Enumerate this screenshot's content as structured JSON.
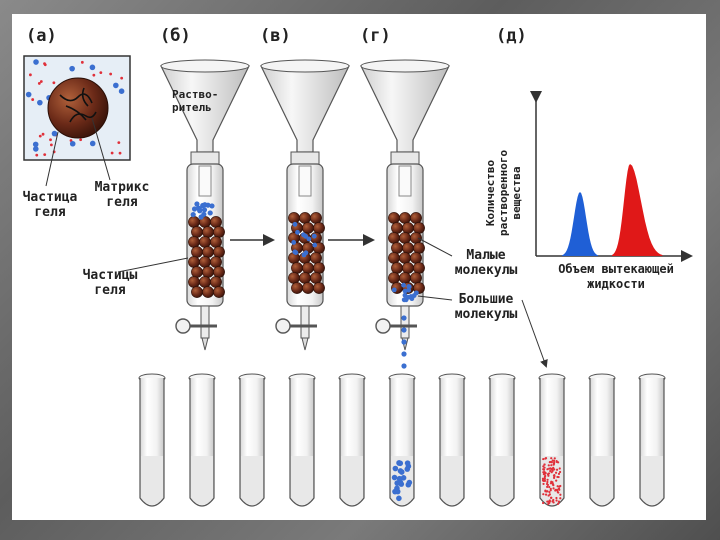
{
  "panels": {
    "a": "(а)",
    "b": "(б)",
    "v": "(в)",
    "g": "(г)",
    "d": "(д)"
  },
  "labels": {
    "gel_particle_top": "Частица",
    "gel_particle_bottom": "геля",
    "gel_matrix_top": "Матрикс",
    "gel_matrix_bottom": "геля",
    "gel_particles_top": "Частицы",
    "gel_particles_bottom": "геля",
    "solvent_top": "Раство-",
    "solvent_bottom": "ритель",
    "small_molecules_top": "Малые",
    "small_molecules_bottom": "молекулы",
    "large_molecules_top": "Большие",
    "large_molecules_bottom": "молекулы"
  },
  "chart": {
    "ylabel_line1": "Количество",
    "ylabel_line2": "растворенного",
    "ylabel_line3": "вещества",
    "xlabel_line1": "Объем вытекающей",
    "xlabel_line2": "жидкости"
  },
  "colors": {
    "large_molecule": "#3b6fd0",
    "small_molecule": "#e0303a",
    "gel_bead": "#6b2a18",
    "peak_blue": "#1f5fd6",
    "peak_red": "#e01818"
  },
  "tubes": {
    "count": 11,
    "blue_filled_index": 5,
    "red_filled_index": 8
  }
}
